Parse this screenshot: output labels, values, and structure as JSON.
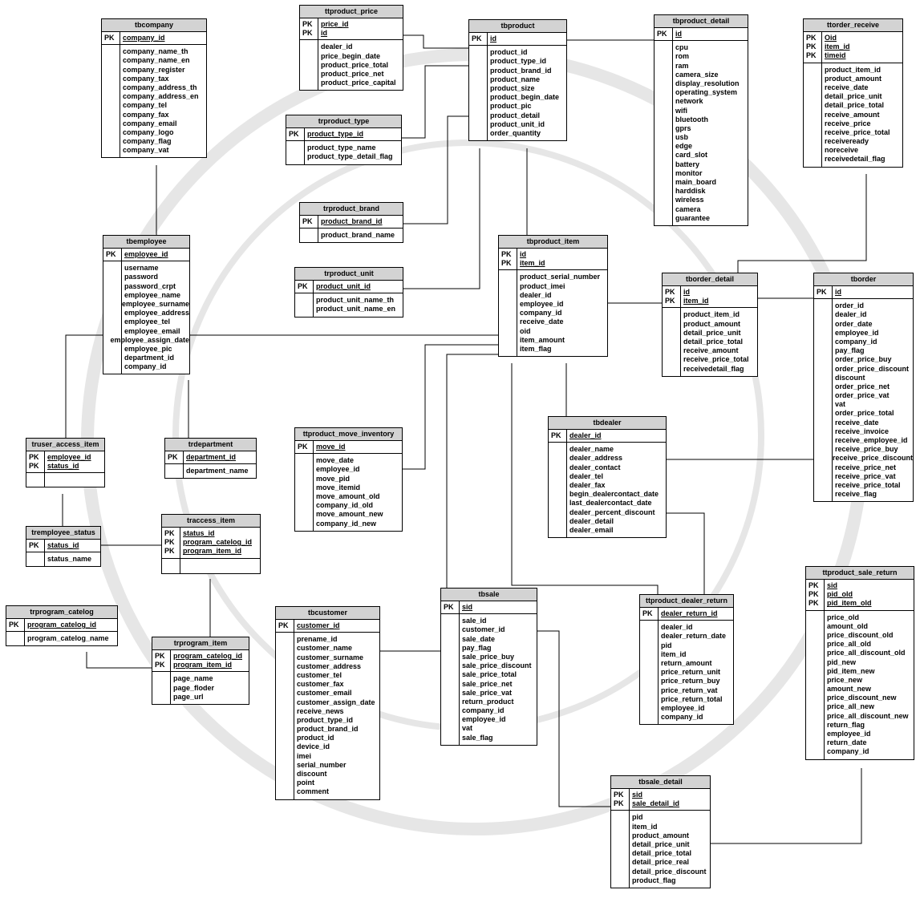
{
  "watermark": {
    "color": "#e6e6e6"
  },
  "entities": [
    {
      "id": "tbcompany",
      "title": "tbcompany",
      "pk": [
        "company_id"
      ],
      "fields": [
        "company_name_th",
        "company_name_en",
        "company_register",
        "company_tax",
        "company_address_th",
        "company_address_en",
        "company_tel",
        "company_fax",
        "company_email",
        "company_logo",
        "company_flag",
        "company_vat"
      ]
    },
    {
      "id": "ttproduct_price",
      "title": "ttproduct_price",
      "pk": [
        "price_id",
        "id"
      ],
      "fields": [
        "dealer_id",
        "price_begin_date",
        "product_price_total",
        "product_price_net",
        "product_price_capital"
      ]
    },
    {
      "id": "tbproduct",
      "title": "tbproduct",
      "pk": [
        "id"
      ],
      "fields": [
        "product_id",
        "product_type_id",
        "product_brand_id",
        "product_name",
        "product_size",
        "product_begin_date",
        "product_pic",
        "product_detail",
        "product_unit_id",
        "order_quantity"
      ]
    },
    {
      "id": "tbproduct_detail",
      "title": "tbproduct_detail",
      "pk": [
        "id"
      ],
      "fields": [
        "cpu",
        "rom",
        "ram",
        "camera_size",
        "display_resolution",
        "operating_system",
        "network",
        "wifi",
        "bluetooth",
        "gprs",
        "usb",
        "edge",
        "card_slot",
        "battery",
        "monitor",
        "main_board",
        "harddisk",
        "wireless",
        "camera",
        "guarantee"
      ]
    },
    {
      "id": "ttorder_receive",
      "title": "ttorder_receive",
      "pk": [
        "Oid",
        "item_id",
        "timeid"
      ],
      "fields": [
        "product_item_id",
        "product_amount",
        "receive_date",
        "detail_price_unit",
        "detail_price_total",
        "receive_amount",
        "receive_price",
        "receive_price_total",
        "receiveready",
        "noreceive",
        "receivedetail_flag"
      ]
    },
    {
      "id": "trproduct_type",
      "title": "trproduct_type",
      "pk": [
        "product_type_id"
      ],
      "fields": [
        "product_type_name",
        "product_type_detail_flag"
      ]
    },
    {
      "id": "trproduct_brand",
      "title": "trproduct_brand",
      "pk": [
        "product_brand_id"
      ],
      "fields": [
        "product_brand_name"
      ]
    },
    {
      "id": "tbemployee",
      "title": "tbemployee",
      "pk": [
        "employee_id"
      ],
      "fields": [
        "username",
        "password",
        "password_crpt",
        "employee_name",
        "employee_surname",
        "employee_address",
        "employee_tel",
        "employee_email",
        "employee_assign_date",
        "employee_pic",
        "department_id",
        "company_id"
      ]
    },
    {
      "id": "tbproduct_item",
      "title": "tbproduct_item",
      "pk": [
        "id",
        "item_id"
      ],
      "fields": [
        "product_serial_number",
        "product_imei",
        "dealer_id",
        "employee_id",
        "company_id",
        "receive_date",
        "oid",
        "item_amount",
        "item_flag"
      ]
    },
    {
      "id": "trproduct_unit",
      "title": "trproduct_unit",
      "pk": [
        "product_unit_id"
      ],
      "fields": [
        "product_unit_name_th",
        "product_unit_name_en"
      ]
    },
    {
      "id": "tborder_detail",
      "title": "tborder_detail",
      "pk": [
        "id",
        "item_id"
      ],
      "fields": [
        "product_item_id",
        "product_amount",
        "detail_price_unit",
        "detail_price_total",
        "receive_amount",
        "receive_price_total",
        "receivedetail_flag"
      ]
    },
    {
      "id": "tborder",
      "title": "tborder",
      "pk": [
        "id"
      ],
      "fields": [
        "order_id",
        "dealer_id",
        "order_date",
        "employee_id",
        "company_id",
        "pay_flag",
        "order_price_buy",
        "order_price_discount",
        "discount",
        "order_price_net",
        "order_price_vat",
        "vat",
        "order_price_total",
        "receive_date",
        "receive_invoice",
        "receive_employee_id",
        "receive_price_buy",
        "receive_price_discount",
        "receive_price_net",
        "receive_price_vat",
        "receive_price_total",
        "receive_flag"
      ]
    },
    {
      "id": "tbdealer",
      "title": "tbdealer",
      "pk": [
        "dealer_id"
      ],
      "fields": [
        "dealer_name",
        "dealer_address",
        "dealer_contact",
        "dealer_tel",
        "dealer_fax",
        "begin_dealercontact_date",
        "last_dealercontact_date",
        "dealer_percent_discount",
        "dealer_detail",
        "dealer_email"
      ]
    },
    {
      "id": "truser_access_item",
      "title": "truser_access_item",
      "pk": [
        "employee_id",
        "status_id"
      ],
      "fields": []
    },
    {
      "id": "trdepartment",
      "title": "trdepartment",
      "pk": [
        "department_id"
      ],
      "fields": [
        "department_name"
      ]
    },
    {
      "id": "ttproduct_move_inventory",
      "title": "ttproduct_move_inventory",
      "pk": [
        "move_id"
      ],
      "fields": [
        "move_date",
        "employee_id",
        "move_pid",
        "move_itemid",
        "move_amount_old",
        "company_id_old",
        "move_amount_new",
        "company_id_new"
      ]
    },
    {
      "id": "tremployee_status",
      "title": "tremployee_status",
      "pk": [
        "status_id"
      ],
      "fields": [
        "status_name"
      ]
    },
    {
      "id": "traccess_item",
      "title": "traccess_item",
      "pk": [
        "status_id",
        "program_catelog_id",
        "program_item_id"
      ],
      "fields": []
    },
    {
      "id": "ttproduct_sale_return",
      "title": "ttproduct_sale_return",
      "pk": [
        "sid",
        "pid_old",
        "pid_item_old"
      ],
      "fields": [
        "price_old",
        "amount_old",
        "price_discount_old",
        "price_all_old",
        "price_all_discount_old",
        "pid_new",
        "pid_item_new",
        "price_new",
        "amount_new",
        "price_discount_new",
        "price_all_new",
        "price_all_discount_new",
        "return_flag",
        "employee_id",
        "return_date",
        "company_id"
      ]
    },
    {
      "id": "tbsale",
      "title": "tbsale",
      "pk": [
        "sid"
      ],
      "fields": [
        "sale_id",
        "customer_id",
        "sale_date",
        "pay_flag",
        "sale_price_buy",
        "sale_price_discount",
        "sale_price_total",
        "sale_price_net",
        "sale_price_vat",
        "return_product",
        "company_id",
        "employee_id",
        "vat",
        "sale_flag"
      ]
    },
    {
      "id": "ttproduct_dealer_return",
      "title": "ttproduct_dealer_return",
      "pk": [
        "dealer_return_id"
      ],
      "fields": [
        "dealer_id",
        "dealer_return_date",
        "pid",
        "item_id",
        "return_amount",
        "price_return_unit",
        "price_return_buy",
        "price_return_vat",
        "price_return_total",
        "employee_id",
        "company_id"
      ]
    },
    {
      "id": "trprogram_catelog",
      "title": "trprogram_catelog",
      "pk": [
        "program_catelog_id"
      ],
      "fields": [
        "program_catelog_name"
      ]
    },
    {
      "id": "tbcustomer",
      "title": "tbcustomer",
      "pk": [
        "customer_id"
      ],
      "fields": [
        "prename_id",
        "customer_name",
        "customer_surname",
        "customer_address",
        "customer_tel",
        "customer_fax",
        "customer_email",
        "customer_assign_date",
        "receive_news",
        "product_type_id",
        "product_brand_id",
        "product_id",
        "device_id",
        "imei",
        "serial_number",
        "discount",
        "point",
        "comment"
      ]
    },
    {
      "id": "trprogram_item",
      "title": "trprogram_item",
      "pk": [
        "program_catelog_id",
        "program_item_id"
      ],
      "fields": [
        "page_name",
        "page_floder",
        "page_url"
      ]
    },
    {
      "id": "tbsale_detail",
      "title": "tbsale_detail",
      "pk": [
        "sid",
        "sale_detail_id"
      ],
      "fields": [
        "pid",
        "item_id",
        "product_amount",
        "detail_price_unit",
        "detail_price_total",
        "detail_price_real",
        "detail_price_discount",
        "product_flag"
      ]
    }
  ]
}
